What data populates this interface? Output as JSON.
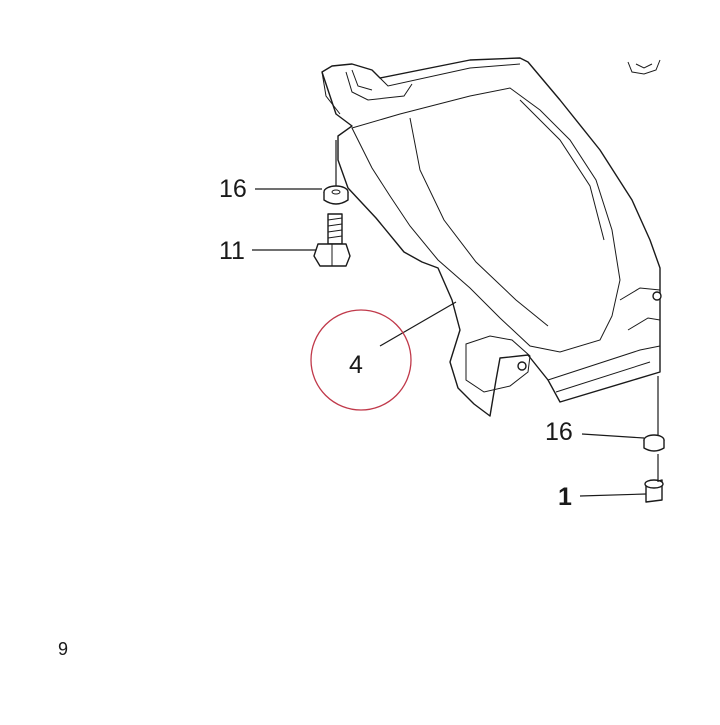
{
  "diagram": {
    "callouts": {
      "washer_top": "16",
      "bolt": "11",
      "cover": "4",
      "washer_right": "16",
      "nut": "1"
    },
    "page_number": "9",
    "highlight_color": "#c0394a",
    "line_color": "#1a1a1a"
  }
}
